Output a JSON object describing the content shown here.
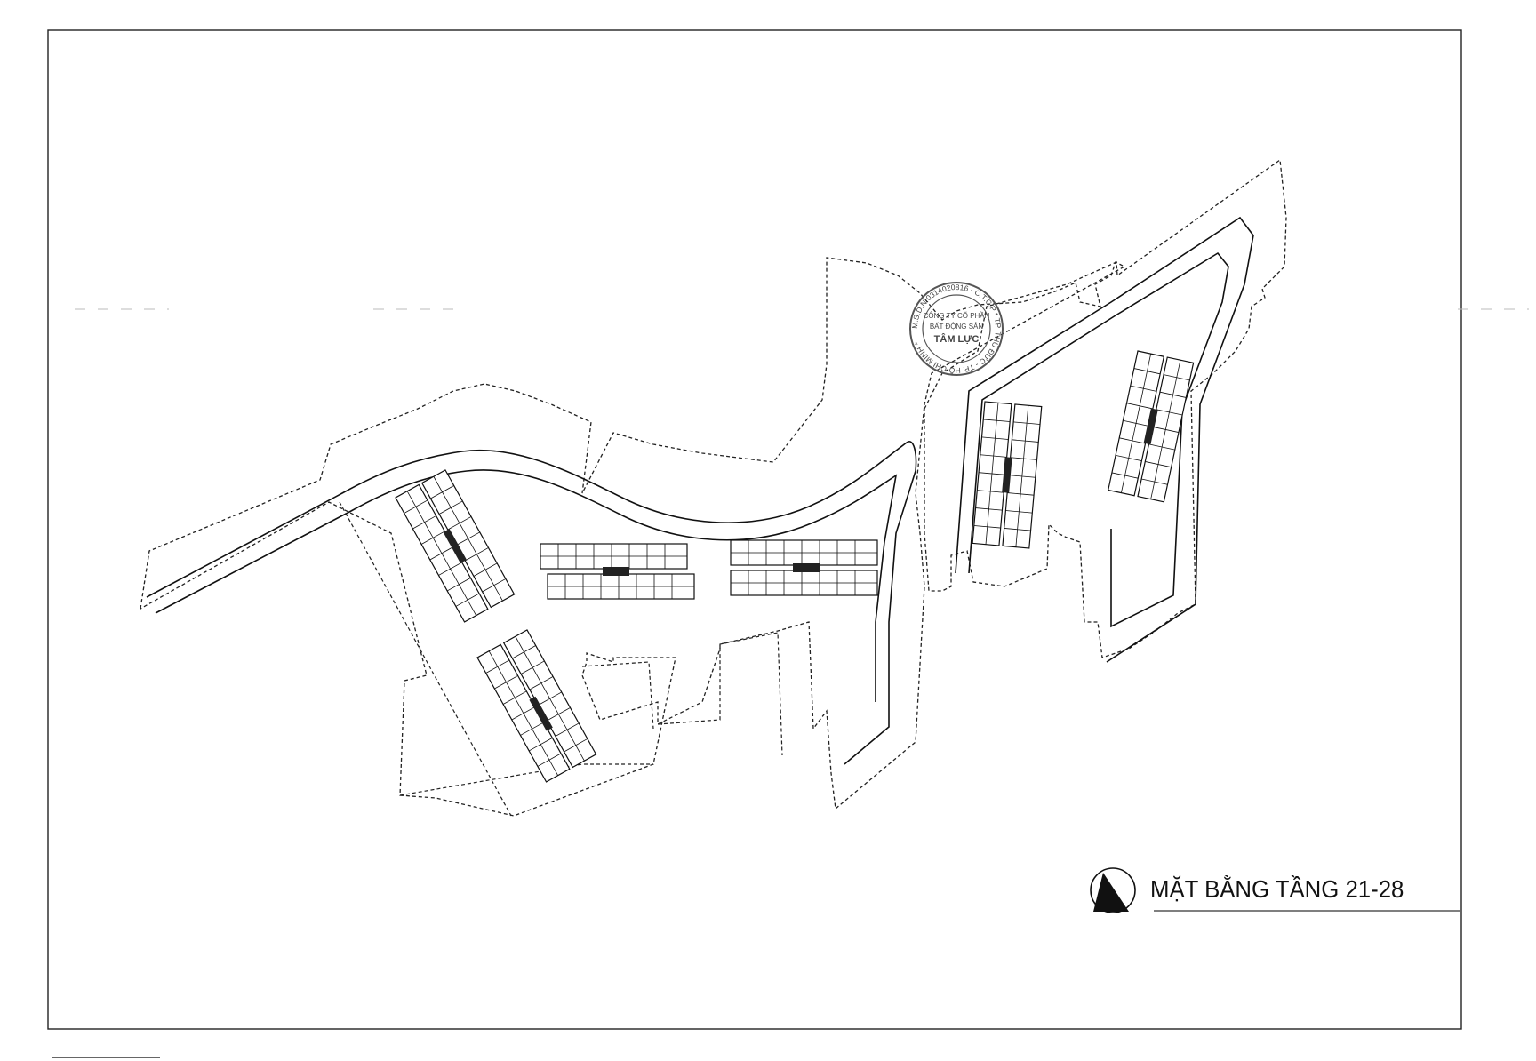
{
  "drawing": {
    "title": "MẶT BẰNG TẦNG 21-28"
  },
  "stamp": {
    "ring_text": "M.S.D.N:0314020816 - C.T.C.P * TP. THỦ ĐỨC - TP. HỒ CHÍ MINH *",
    "line1": "CÔNG TY CỔ PHẦN",
    "line2": "BẤT ĐỘNG SẢN",
    "line3": "TÂM LỰC"
  },
  "colors": {
    "ink": "#111111",
    "stamp": "#555555",
    "paper": "#ffffff"
  },
  "icons": {
    "north_arrow": "north-arrow-icon"
  }
}
